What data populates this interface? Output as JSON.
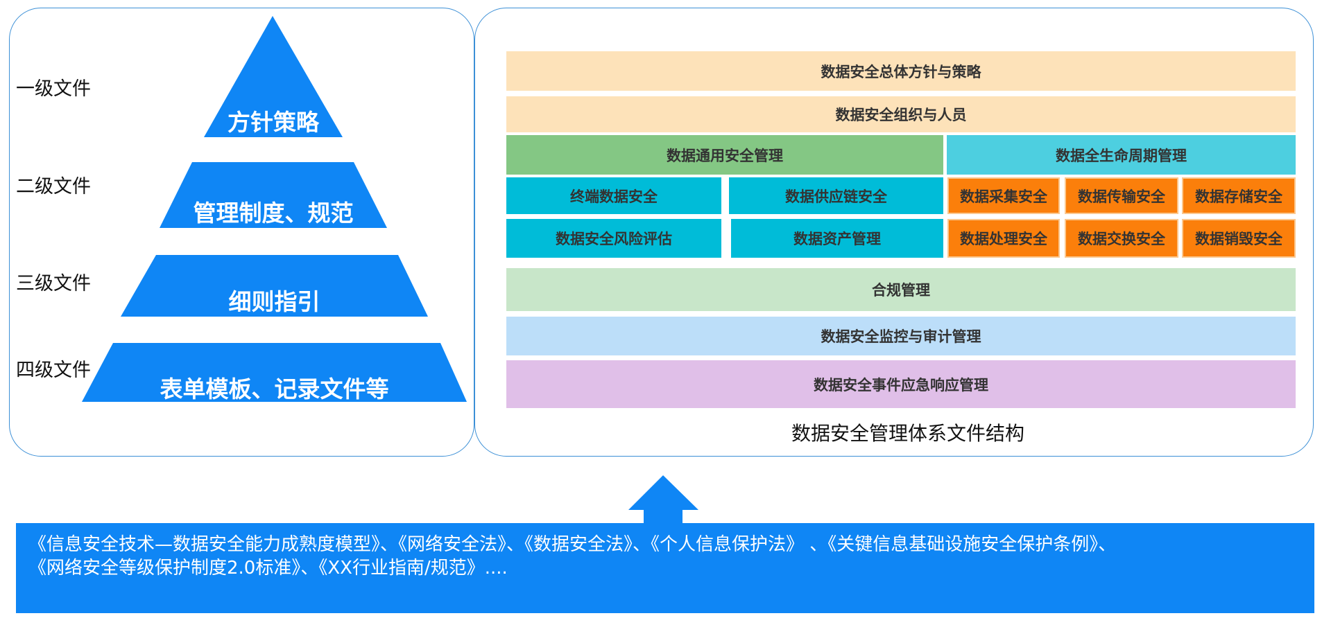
{
  "pyramid": {
    "levels": [
      {
        "label": "一级文件",
        "tier": "方针策略"
      },
      {
        "label": "二级文件",
        "tier": "管理制度、规范"
      },
      {
        "label": "三级文件",
        "tier": "细则指引"
      },
      {
        "label": "四级文件",
        "tier": "表单模板、记录文件等"
      }
    ],
    "color": "#0f86f5"
  },
  "structure": {
    "rows": {
      "policy": "数据安全总体方针与策略",
      "organization": "数据安全组织与人员",
      "general_mgmt": "数据通用安全管理",
      "lifecycle_mgmt": "数据全生命周期管理",
      "compliance": "合规管理",
      "monitoring": "数据安全监控与审计管理",
      "incident": "数据安全事件应急响应管理"
    },
    "general_items": [
      "终端数据安全",
      "数据供应链安全",
      "数据安全风险评估",
      "数据资产管理"
    ],
    "lifecycle_items": [
      "数据采集安全",
      "数据传输安全",
      "数据存储安全",
      "数据处理安全",
      "数据交换安全",
      "数据销毁安全"
    ],
    "caption": "数据安全管理体系文件结构",
    "colors": {
      "peach": "#fde2b9",
      "green": "#84c784",
      "cyan": "#4dcfe0",
      "teal": "#00bcd8",
      "orange": "#fb7f0b",
      "light_green": "#c8e6c9",
      "light_blue": "#bcdef9",
      "lavender": "#e0bfe8"
    }
  },
  "sources": {
    "line1": "《信息安全技术—数据安全能力成熟度模型》、《网络安全法》、《数据安全法》、《个人信息保护法》 、《关键信息基础设施安全保护条例》、",
    "line2": "《网络安全等级保护制度2.0标准》、《XX行业指南/规范》...."
  }
}
